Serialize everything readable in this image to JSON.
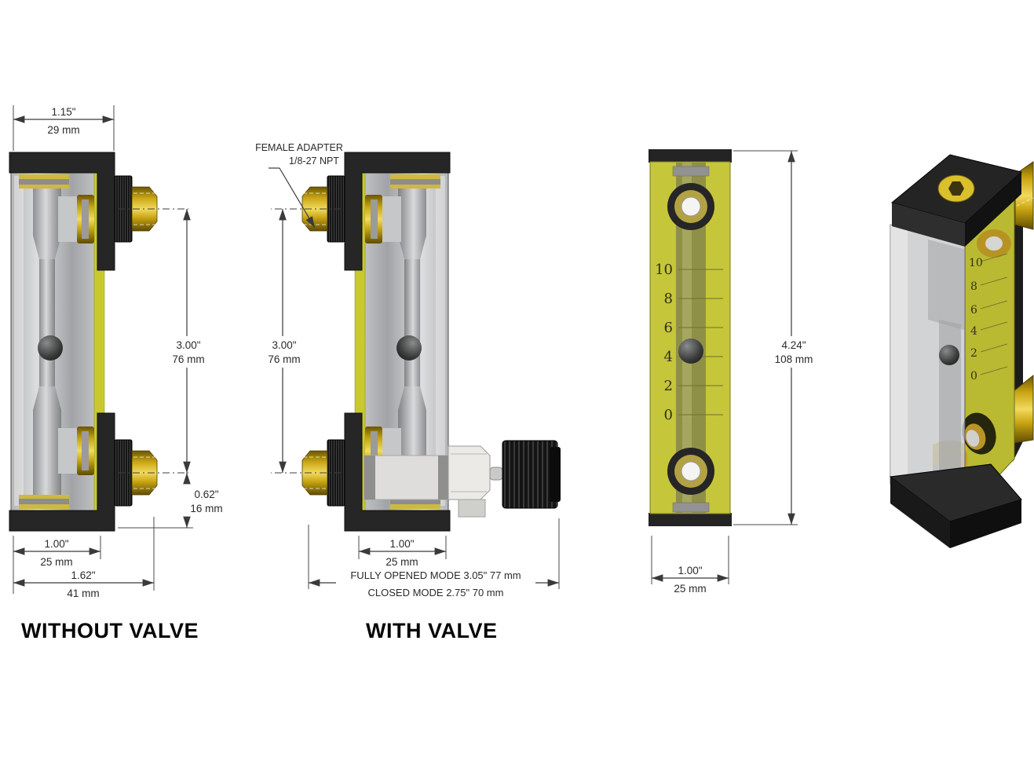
{
  "drawing": {
    "background": "#ffffff",
    "views": {
      "without_valve": {
        "label": "WITHOUT VALVE",
        "dim_width_in": "1.15\"",
        "dim_width_mm": "29 mm",
        "dim_span_in": "3.00\"",
        "dim_span_mm": "76 mm",
        "dim_offset_in": "0.62\"",
        "dim_offset_mm": "16 mm",
        "dim_body_in": "1.00\"",
        "dim_body_mm": "25 mm",
        "dim_depth_in": "1.62\"",
        "dim_depth_mm": "41 mm"
      },
      "with_valve": {
        "label": "WITH VALVE",
        "adapter_note_line1": "FEMALE ADAPTER",
        "adapter_note_line2": "1/8-27 NPT",
        "dim_span_in": "3.00\"",
        "dim_span_mm": "76 mm",
        "dim_body_in": "1.00\"",
        "dim_body_mm": "25 mm",
        "mode_line1": "FULLY OPENED MODE 3.05\" 77 mm",
        "mode_line2": "CLOSED MODE 2.75\" 70 mm"
      },
      "front": {
        "dim_height_in": "4.24\"",
        "dim_height_mm": "108 mm",
        "dim_width_in": "1.00\"",
        "dim_width_mm": "25 mm",
        "scale": [
          "10",
          "8",
          "6",
          "4",
          "2",
          "0"
        ]
      },
      "iso": {
        "scale": [
          "10",
          "8",
          "6",
          "4",
          "2",
          "0"
        ]
      }
    },
    "colors": {
      "brass": "#c9a512",
      "panel_yellow": "#c6c63a",
      "cap_black": "#242424",
      "acrylic_gray": "#c2c3c5",
      "float_ball": "#2e2f2f",
      "dimension_line": "#3a3a3a"
    }
  }
}
